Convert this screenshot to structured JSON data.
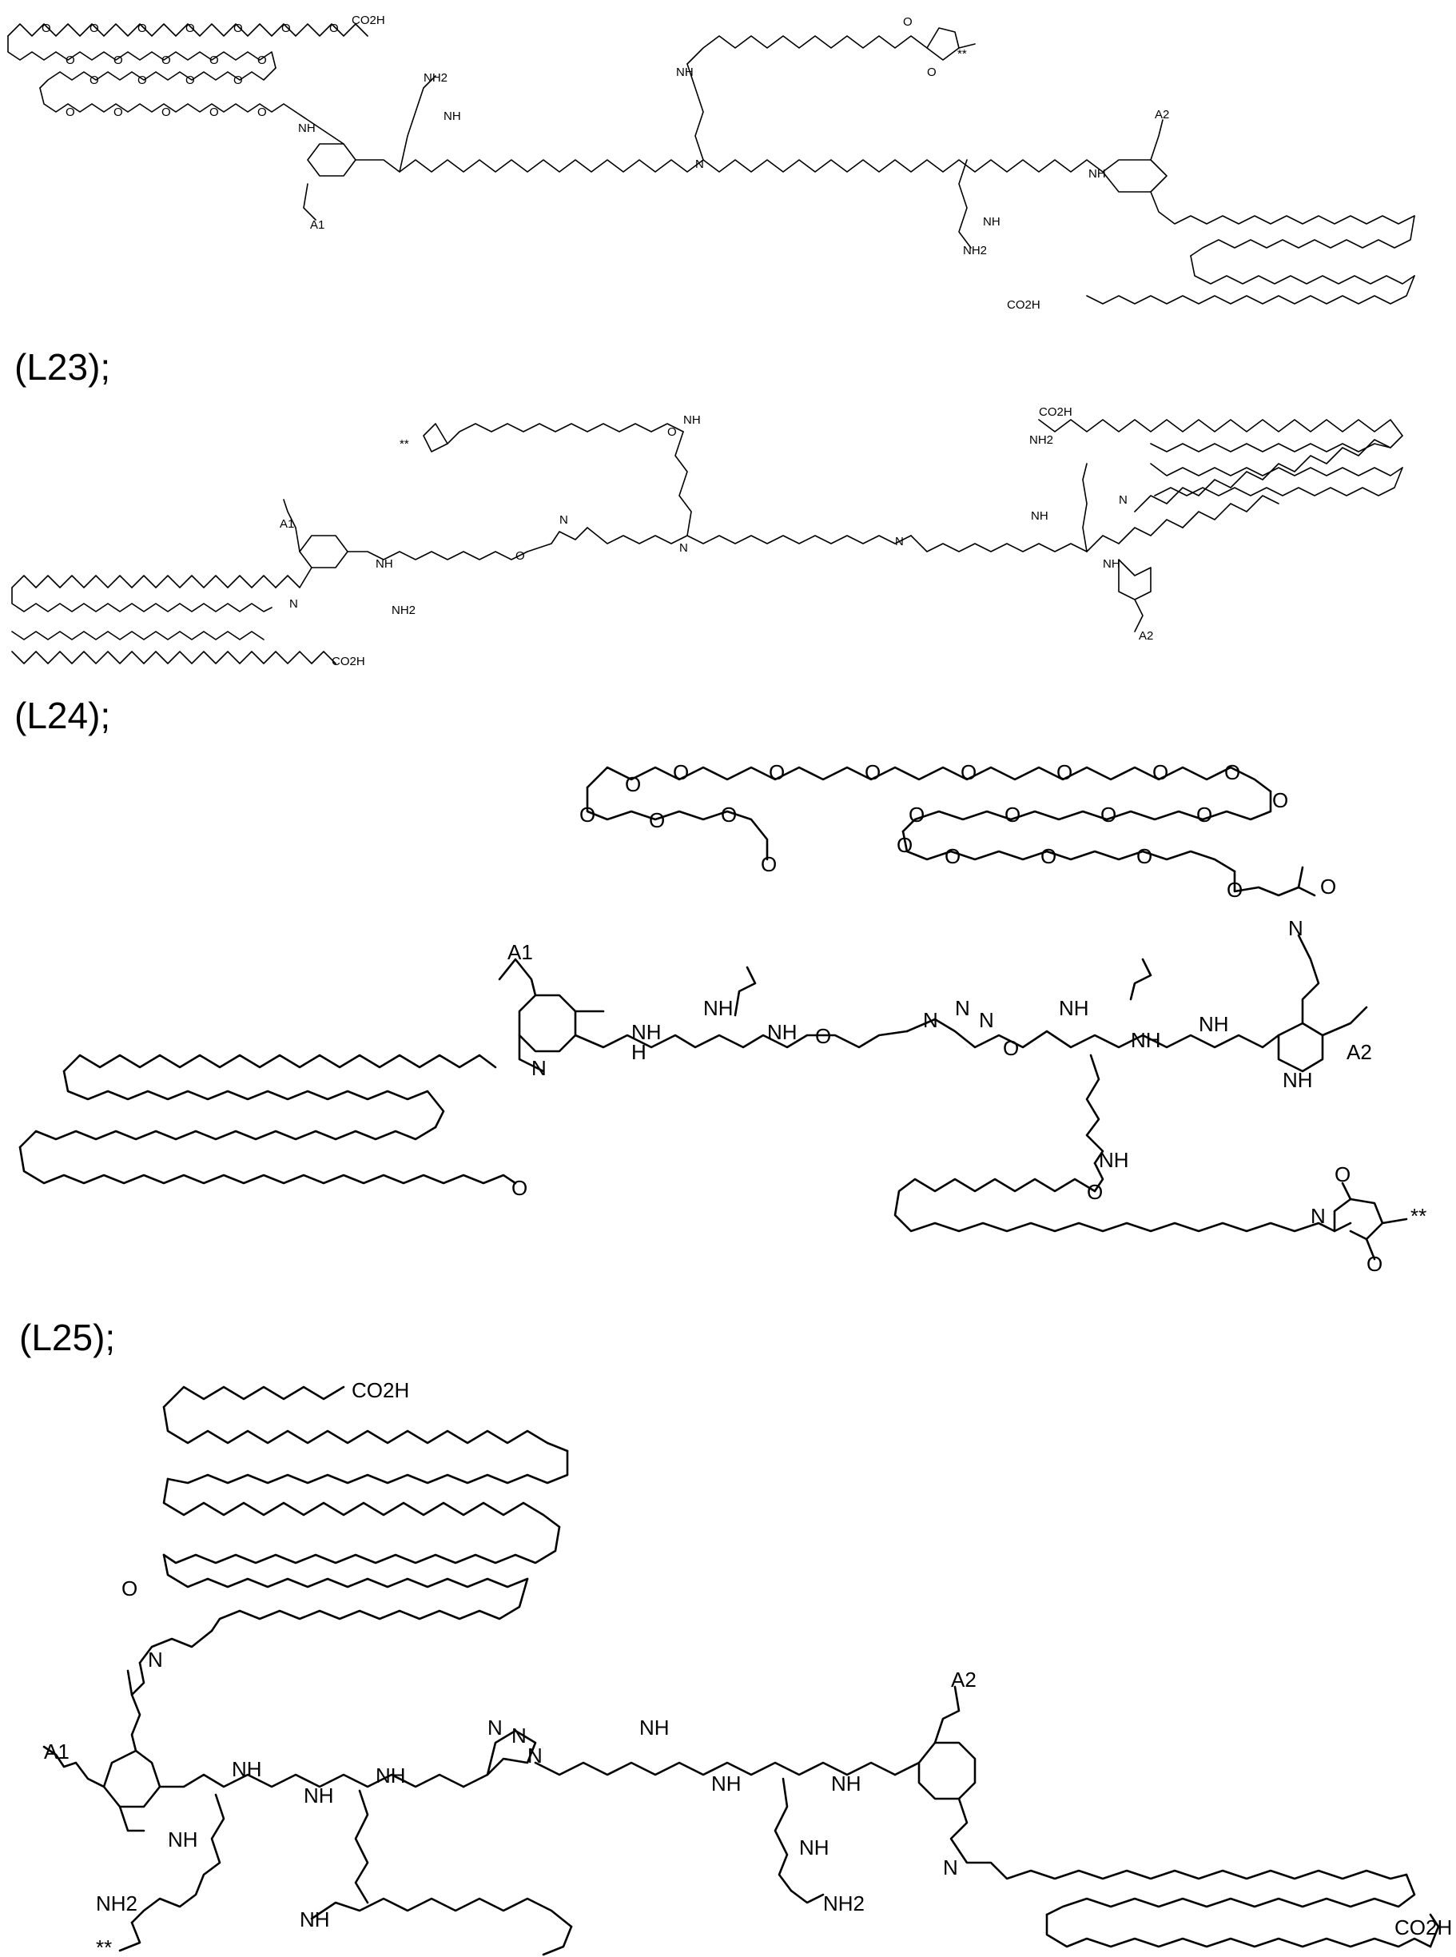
{
  "labels": {
    "l23": "(L23);",
    "l24": "(L24);",
    "l25": "(L25);"
  },
  "atoms": {
    "oxygen": "O",
    "nitrogen": "N",
    "amine": "NH",
    "amino": "NH2",
    "amine_h": "H",
    "carboxylic_acid": "CO2H",
    "aminoxy_attach_1": "A1",
    "aminoxy_attach_2": "A2",
    "attachment_mark": "**"
  },
  "colors": {
    "ink": "#000000",
    "background": "#ffffff"
  }
}
